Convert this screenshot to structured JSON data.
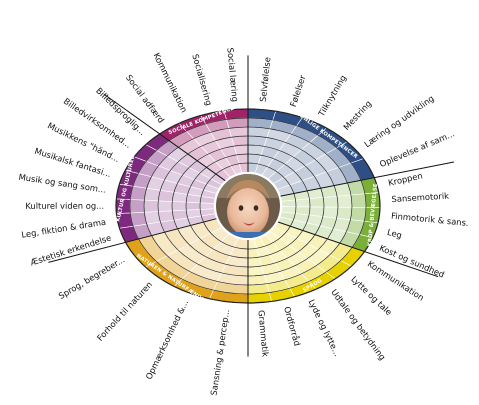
{
  "wheel": {
    "sections": [
      {
        "id": "personlige",
        "title": "PERSONLIGE KOMPETENCER",
        "color": "#2d4f86",
        "items": [
          "Selvfølelse",
          "Følelser",
          "Tilknytning",
          "Mestring",
          "Læring og udvikling",
          "Oplevelse af sam..."
        ]
      },
      {
        "id": "krop",
        "title": "KROP & BEVÆGELSE",
        "color": "#7ab03a",
        "items": [
          "Kroppen",
          "Sansemotorik",
          "Finmotorik & sans.",
          "Leg",
          "Kost og sundhed"
        ]
      },
      {
        "id": "sprog",
        "title": "SPROG",
        "color": "#e7d200",
        "items": [
          "Kommunikation",
          "Lytte og tale",
          "Udtale og betydning",
          "Lyde og lytte...",
          "Ordforråd",
          "Grammatik"
        ]
      },
      {
        "id": "natur",
        "title": "NATUREN & NATURFÆNOMENER",
        "color": "#e0a21a",
        "items": [
          "Sansning & percep...",
          "Opmærksomhed &...",
          "Forhold til naturen",
          "Sprog, begreber..."
        ]
      },
      {
        "id": "kultur",
        "title": "KULTUR OG KULTURELLE",
        "color": "#7d2a7e",
        "items": [
          "Æstetisk erkendelse",
          "Leg, fiktion & drama",
          "Kulturel viden og...",
          "Musik og sang som...",
          "Musikalsk fantasi...",
          "Musikkens \"händ...",
          "Billedvirksomhed...",
          "Billedsproglig..."
        ]
      },
      {
        "id": "sociale",
        "title": "SOCIALE KOMPETENCER",
        "color": "#a0236a",
        "items": [
          "Social adfærd",
          "Kommunikation",
          "Socialisering",
          "Social læring"
        ]
      }
    ]
  }
}
